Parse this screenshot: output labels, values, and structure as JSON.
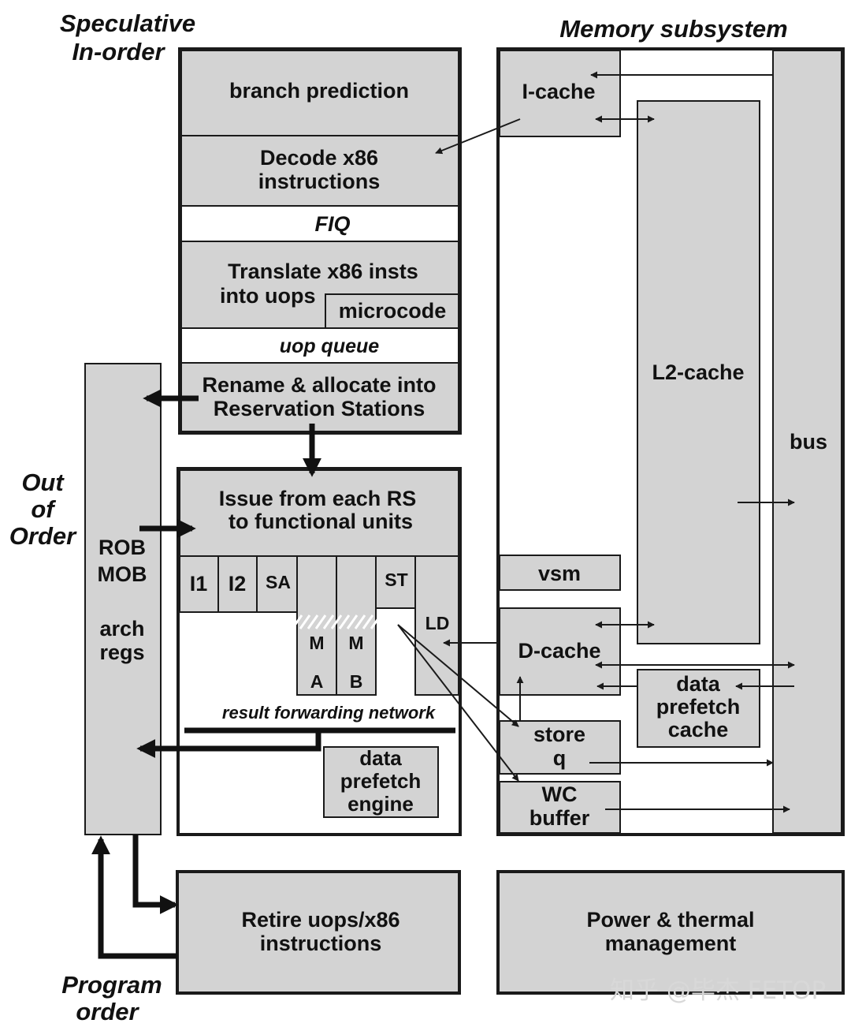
{
  "colors": {
    "block_fill": "#d3d3d3",
    "stroke": "#1a1a1a",
    "background": "#ffffff",
    "watermark": "#d8d8d8"
  },
  "headings": {
    "speculative_line1": "Speculative",
    "speculative_line2": "In-order",
    "memory_subsystem": "Memory subsystem",
    "out_line1": "Out",
    "out_line2": "of",
    "out_line3": "Order",
    "program_line1": "Program",
    "program_line2": "order"
  },
  "frontend": {
    "branch_prediction": "branch prediction",
    "decode_line1": "Decode x86",
    "decode_line2": "instructions",
    "fiq": "FIQ",
    "translate_line1": "Translate x86 insts",
    "translate_line2": "into uops",
    "microcode": "microcode",
    "uop_queue": "uop queue",
    "rename_line1": "Rename & allocate into",
    "rename_line2": "Reservation Stations"
  },
  "rob": {
    "line1": "ROB",
    "line2": "MOB",
    "line3": "arch",
    "line4": "regs"
  },
  "execution": {
    "issue_line1": "Issue from each RS",
    "issue_line2": "to functional units",
    "units": {
      "i1": "I1",
      "i2": "I2",
      "sa": "SA",
      "st": "ST",
      "ld": "LD",
      "ma_top": "M",
      "ma_bottom": "A",
      "mb_top": "M",
      "mb_bottom": "B"
    },
    "result_forwarding": "result forwarding network",
    "prefetch_engine_line1": "data",
    "prefetch_engine_line2": "prefetch",
    "prefetch_engine_line3": "engine"
  },
  "memory": {
    "icache": "I-cache",
    "l2cache": "L2-cache",
    "bus": "bus",
    "vsm": "vsm",
    "dcache": "D-cache",
    "prefetch_cache_line1": "data",
    "prefetch_cache_line2": "prefetch",
    "prefetch_cache_line3": "cache",
    "storeq_line1": "store",
    "storeq_line2": "q",
    "wc_line1": "WC",
    "wc_line2": "buffer"
  },
  "bottom": {
    "retire_line1": "Retire uops/x86",
    "retire_line2": "instructions",
    "power_line1": "Power & thermal",
    "power_line2": "management"
  },
  "watermark": "知乎 @毕杰 FETOP"
}
